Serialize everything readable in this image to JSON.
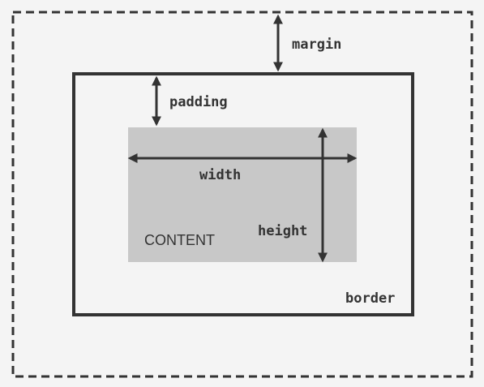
{
  "labels": {
    "margin": "margin",
    "padding": "padding",
    "width": "width",
    "height": "height",
    "content": "CONTENT",
    "border": "border"
  },
  "colors": {
    "background": "#f4f4f4",
    "content_fill": "#c8c8c8",
    "stroke": "#333333"
  }
}
